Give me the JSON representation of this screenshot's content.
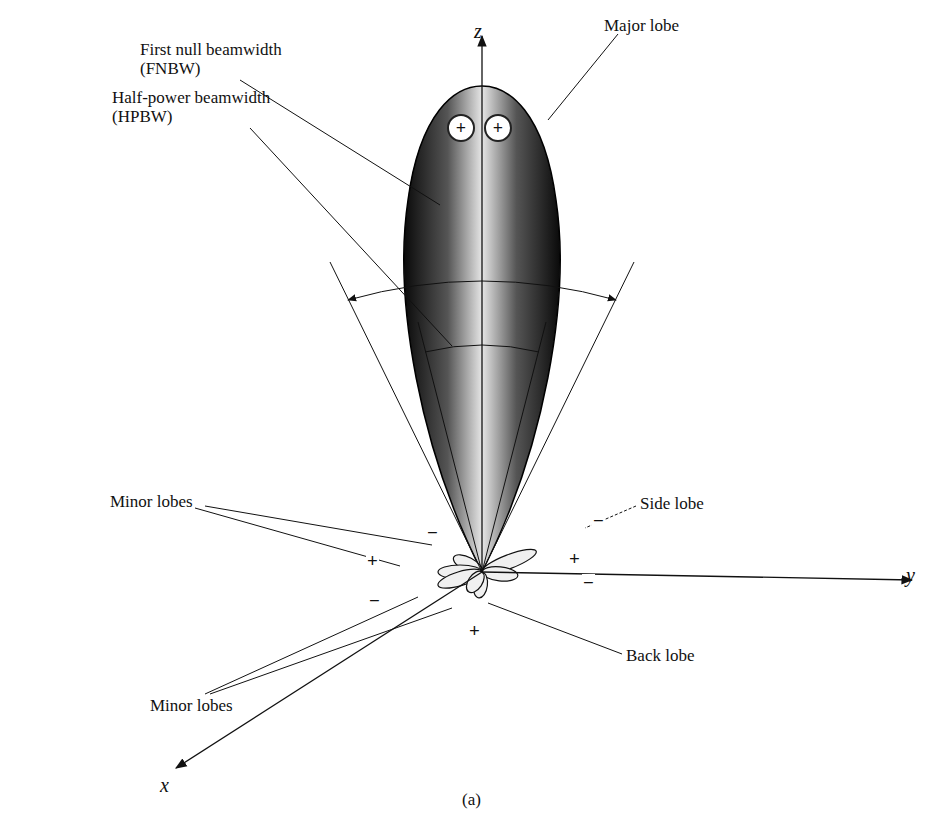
{
  "diagram": {
    "nodes": [
      {
        "text": [
          "+"
        ]
      },
      {
        "text": [
          "+"
        ]
      }
    ],
    "labels": [
      "z",
      "First null beamwidth (FNBW)",
      "Major lobe",
      "Half-power beamwidth (HPBW)",
      "Minor lobes",
      "Side lobe",
      "−",
      "−",
      "+",
      "+",
      "−",
      "−",
      "+",
      "Back lobe",
      "Minor lobes",
      "y",
      "x",
      "(a)"
    ]
  }
}
